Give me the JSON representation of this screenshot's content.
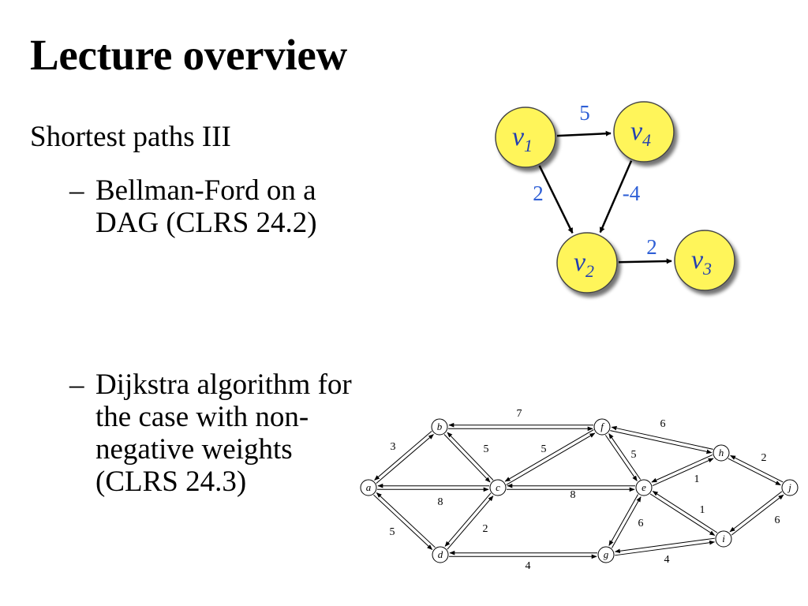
{
  "slide": {
    "title": "Lecture overview",
    "heading": "Shortest paths III",
    "bullets": [
      {
        "dash": "–",
        "lines": [
          "Bellman-Ford on a",
          "DAG (CLRS 24.2)"
        ]
      },
      {
        "dash": "–",
        "lines": [
          "Dijkstra algorithm for",
          "the case with non-",
          "negative weights",
          "(CLRS 24.3)"
        ]
      }
    ]
  },
  "diagram_top": {
    "node_fill": "#fff55a",
    "edge_label_color": "#2e5fd6",
    "nodes": [
      {
        "id": "v1",
        "letter": "v",
        "sub": "1"
      },
      {
        "id": "v4",
        "letter": "v",
        "sub": "4"
      },
      {
        "id": "v2",
        "letter": "v",
        "sub": "2"
      },
      {
        "id": "v3",
        "letter": "v",
        "sub": "3"
      }
    ],
    "edges": [
      {
        "from": "v1",
        "to": "v4",
        "weight": "5"
      },
      {
        "from": "v1",
        "to": "v2",
        "weight": "2"
      },
      {
        "from": "v4",
        "to": "v2",
        "weight": "-4"
      },
      {
        "from": "v2",
        "to": "v3",
        "weight": "2"
      }
    ]
  },
  "diagram_bottom": {
    "nodes": [
      "a",
      "b",
      "c",
      "d",
      "f",
      "e",
      "g",
      "h",
      "i",
      "j"
    ],
    "edges": [
      {
        "from": "a",
        "to": "b",
        "weight": "3"
      },
      {
        "from": "a",
        "to": "c",
        "weight": "8"
      },
      {
        "from": "a",
        "to": "d",
        "weight": "5"
      },
      {
        "from": "b",
        "to": "f",
        "weight": "7"
      },
      {
        "from": "b",
        "to": "c",
        "weight": "5"
      },
      {
        "from": "c",
        "to": "f",
        "weight": "5"
      },
      {
        "from": "c",
        "to": "e",
        "weight": "8"
      },
      {
        "from": "c",
        "to": "d",
        "weight": "2"
      },
      {
        "from": "d",
        "to": "g",
        "weight": "4"
      },
      {
        "from": "f",
        "to": "h",
        "weight": "6"
      },
      {
        "from": "f",
        "to": "e",
        "weight": "5"
      },
      {
        "from": "h",
        "to": "e",
        "weight": "1"
      },
      {
        "from": "h",
        "to": "j",
        "weight": "2"
      },
      {
        "from": "i",
        "to": "e",
        "weight": "1"
      },
      {
        "from": "j",
        "to": "i",
        "weight": "6"
      },
      {
        "from": "g",
        "to": "e",
        "weight": "6"
      },
      {
        "from": "g",
        "to": "i",
        "weight": "4"
      }
    ]
  }
}
